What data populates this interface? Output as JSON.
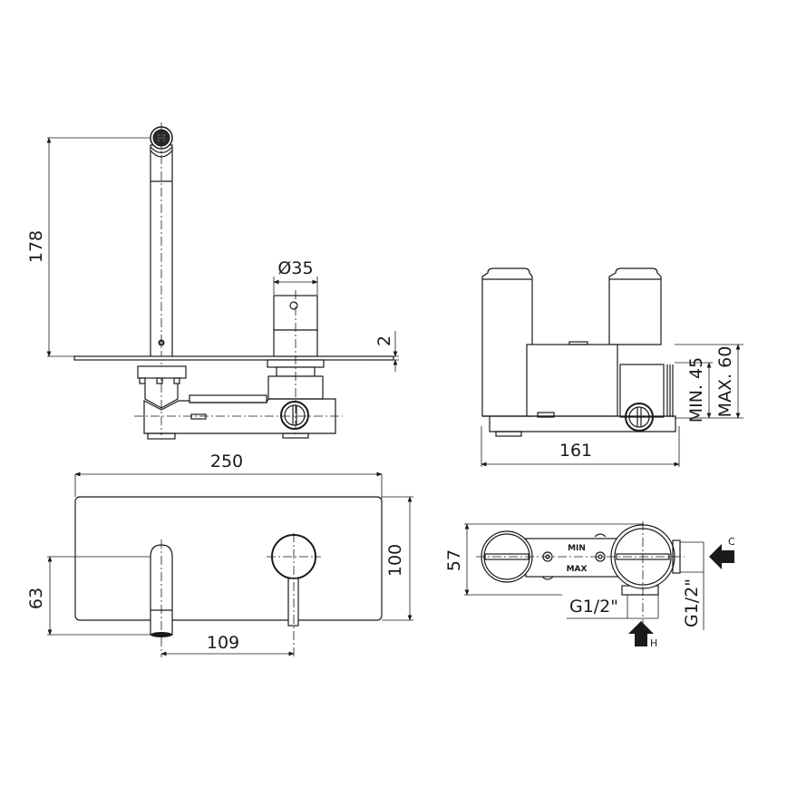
{
  "drawing": {
    "views": {
      "side_view": {
        "dimensions": {
          "spout_height": "178",
          "handle_diameter": "Ø35",
          "plate_thickness": "2"
        }
      },
      "back_view": {
        "dimensions": {
          "width": "161",
          "min_depth": "MIN. 45",
          "max_depth": "MAX. 60"
        }
      },
      "front_view": {
        "dimensions": {
          "plate_width": "250",
          "plate_height": "100",
          "spout_position": "63",
          "spout_to_handle": "109"
        }
      },
      "top_view": {
        "dimensions": {
          "body_depth": "57",
          "inlet_bottom": "G1/2\"",
          "inlet_side": "G1/2\""
        },
        "labels": {
          "min": "MIN",
          "max": "MAX",
          "cold": "C",
          "hot": "H"
        }
      }
    }
  }
}
